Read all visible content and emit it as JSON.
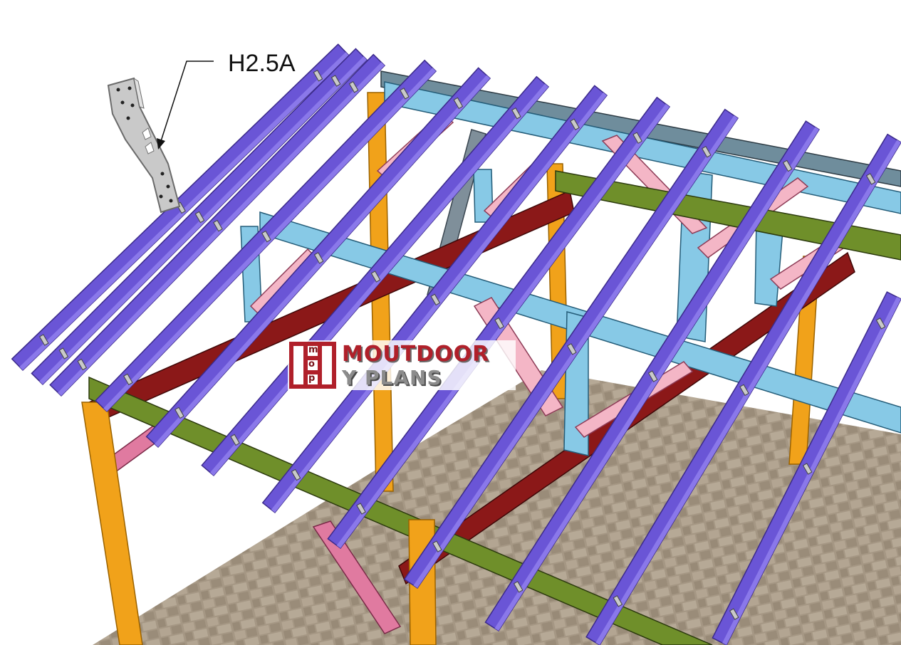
{
  "callout": {
    "label": "H2.5A",
    "icon": "hurricane-tie-icon"
  },
  "watermark": {
    "mark_letters": [
      "m",
      "o",
      "p"
    ],
    "line1": "MOUTDOOR",
    "line2": "Y PLANS"
  },
  "colors": {
    "rafter": "#6a55d6",
    "rafter_edge": "#3b2a8a",
    "top_beam": "#87c9e6",
    "side_beam": "#6f8f2a",
    "post": "#f1a21a",
    "diagonal_beam": "#8b1818",
    "brace": "#f4b6c6",
    "brace_dark": "#e07aa0",
    "ridge_board": "#7f8f9a",
    "paver": "#a49684",
    "connector": "#c9c9c9"
  }
}
